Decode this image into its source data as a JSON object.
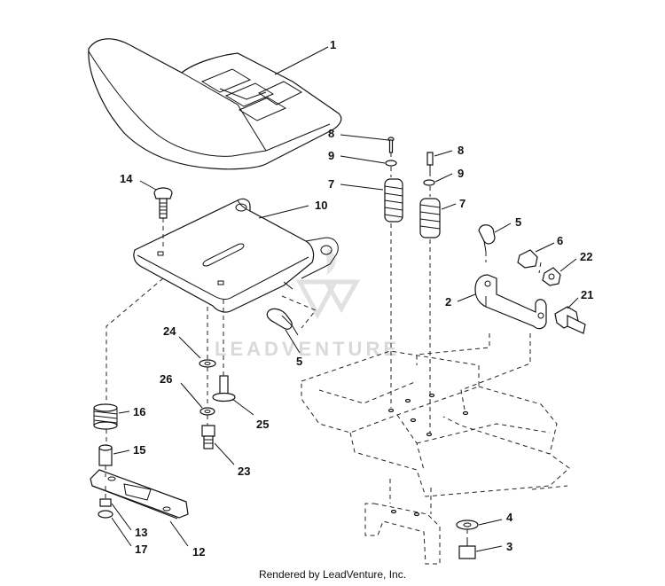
{
  "diagram": {
    "callouts": [
      "1",
      "2",
      "3",
      "4",
      "5",
      "5",
      "6",
      "7",
      "7",
      "8",
      "8",
      "9",
      "9",
      "10",
      "12",
      "13",
      "14",
      "15",
      "16",
      "17",
      "21",
      "22",
      "23",
      "24",
      "25",
      "26"
    ]
  },
  "watermark": {
    "text": "LEADVENTURE"
  },
  "footer": {
    "text": "Rendered by LeadVenture, Inc."
  }
}
